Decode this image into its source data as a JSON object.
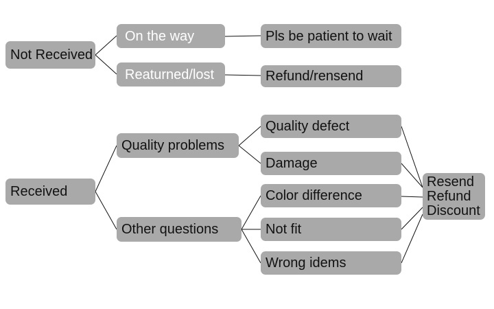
{
  "diagram": {
    "not_received": {
      "label": "Not Received",
      "on_the_way": {
        "label": "On the way",
        "action": "Pls be patient to wait"
      },
      "returned_lost": {
        "label": "Reaturned/lost",
        "action": "Refund/rensend"
      }
    },
    "received": {
      "label": "Received",
      "quality_problems": {
        "label": "Quality problems",
        "items": [
          "Quality defect",
          "Damage"
        ]
      },
      "other_questions": {
        "label": "Other questions",
        "items": [
          "Color difference",
          "Not fit",
          "Wrong idems"
        ]
      },
      "outcomes": [
        "Resend",
        "Refund",
        "Discount"
      ]
    }
  },
  "colors": {
    "node_fill": "#a9a9a9",
    "node_text": "#111111",
    "dim_text": "#ffffff",
    "connector": "#111111"
  }
}
